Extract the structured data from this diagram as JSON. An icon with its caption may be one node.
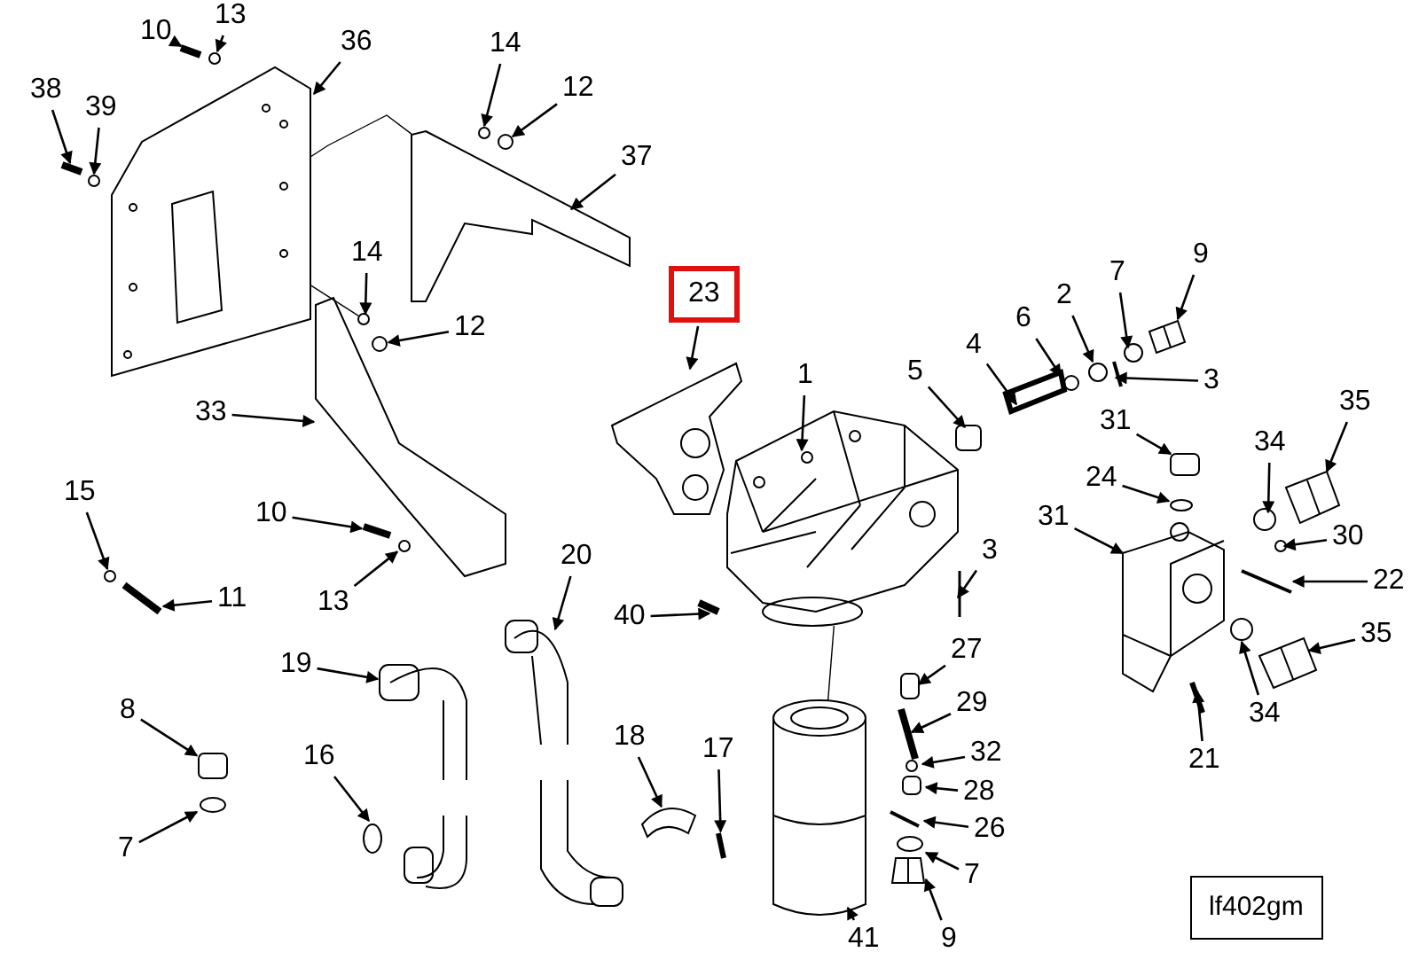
{
  "diagram": {
    "nodes": [
      {
        "text": [
          "10"
        ]
      },
      {
        "text": [
          "13"
        ]
      },
      {
        "text": [
          "36"
        ]
      },
      {
        "text": [
          "14"
        ]
      },
      {
        "text": [
          "12"
        ]
      },
      {
        "text": [
          "38"
        ]
      },
      {
        "text": [
          "39"
        ]
      },
      {
        "text": [
          "37"
        ]
      },
      {
        "text": [
          "14"
        ]
      },
      {
        "text": [
          "12"
        ]
      },
      {
        "text": [
          "23"
        ]
      },
      {
        "text": [
          "1"
        ]
      },
      {
        "text": [
          "9"
        ]
      },
      {
        "text": [
          "7"
        ]
      },
      {
        "text": [
          "2"
        ]
      },
      {
        "text": [
          "6"
        ]
      },
      {
        "text": [
          "3"
        ]
      },
      {
        "text": [
          "4"
        ]
      },
      {
        "text": [
          "5"
        ]
      },
      {
        "text": [
          "33"
        ]
      },
      {
        "text": [
          "31"
        ]
      },
      {
        "text": [
          "35"
        ]
      },
      {
        "text": [
          "34"
        ]
      },
      {
        "text": [
          "24"
        ]
      },
      {
        "text": [
          "15"
        ]
      },
      {
        "text": [
          "10"
        ]
      },
      {
        "text": [
          "30"
        ]
      },
      {
        "text": [
          "31"
        ]
      },
      {
        "text": [
          "13"
        ]
      },
      {
        "text": [
          "11"
        ]
      },
      {
        "text": [
          "20"
        ]
      },
      {
        "text": [
          "3"
        ]
      },
      {
        "text": [
          "22"
        ]
      },
      {
        "text": [
          "40"
        ]
      },
      {
        "text": [
          "35"
        ]
      },
      {
        "text": [
          "19"
        ]
      },
      {
        "text": [
          "27"
        ]
      },
      {
        "text": [
          "34"
        ]
      },
      {
        "text": [
          "29"
        ]
      },
      {
        "text": [
          "8"
        ]
      },
      {
        "text": [
          "21"
        ]
      },
      {
        "text": [
          "16"
        ]
      },
      {
        "text": [
          "32"
        ]
      },
      {
        "text": [
          "18"
        ]
      },
      {
        "text": [
          "17"
        ]
      },
      {
        "text": [
          "28"
        ]
      },
      {
        "text": [
          "7"
        ]
      },
      {
        "text": [
          "26"
        ]
      },
      {
        "text": [
          "7"
        ]
      },
      {
        "text": [
          "41"
        ]
      },
      {
        "text": [
          "9"
        ]
      },
      {
        "text": [
          "lf402gm"
        ]
      },
      {
        "text": [],
        "shape": "picture"
      },
      {
        "text": [],
        "shape": "circle"
      },
      {
        "text": [],
        "shape": "picture"
      },
      {
        "text": [],
        "shape": "circle"
      },
      {
        "text": [],
        "shape": "circle"
      },
      {
        "text": [],
        "shape": "picture"
      },
      {
        "text": [],
        "shape": "circle"
      },
      {
        "text": [],
        "shape": "picture"
      },
      {
        "text": [],
        "shape": "circle"
      },
      {
        "text": [],
        "shape": "circle"
      },
      {
        "text": [],
        "shape": "picture"
      },
      {
        "text": [],
        "shape": "picture"
      },
      {
        "text": [],
        "shape": "picture"
      },
      {
        "text": [],
        "shape": "circle"
      },
      {
        "text": [],
        "shape": "circle"
      },
      {
        "text": [],
        "shape": "circle"
      },
      {
        "text": [],
        "shape": "picture"
      },
      {
        "text": [],
        "shape": "picture"
      },
      {
        "text": [],
        "shape": "box"
      },
      {
        "text": [],
        "shape": "picture"
      },
      {
        "text": [],
        "shape": "box"
      },
      {
        "text": [],
        "shape": "picture"
      },
      {
        "text": [],
        "shape": "circle"
      },
      {
        "text": [],
        "shape": "circle"
      },
      {
        "text": [],
        "shape": "circle"
      },
      {
        "text": [],
        "shape": "picture"
      },
      {
        "text": [],
        "shape": "circle"
      },
      {
        "text": [],
        "shape": "picture"
      },
      {
        "text": [],
        "shape": "circle"
      },
      {
        "text": [],
        "shape": "picture"
      },
      {
        "text": [],
        "shape": "picture"
      },
      {
        "text": [],
        "shape": "picture"
      },
      {
        "text": [],
        "shape": "picture"
      },
      {
        "text": [],
        "shape": "picture"
      },
      {
        "text": [],
        "shape": "picture"
      },
      {
        "text": [],
        "shape": "picture"
      },
      {
        "text": [],
        "shape": "box"
      },
      {
        "text": [],
        "shape": "circle"
      },
      {
        "text": [],
        "shape": "picture"
      },
      {
        "text": [],
        "shape": "box"
      },
      {
        "text": [],
        "shape": "picture"
      },
      {
        "text": [],
        "shape": "circle"
      },
      {
        "text": [],
        "shape": "circle"
      },
      {
        "text": [],
        "shape": "picture"
      },
      {
        "text": [],
        "shape": "picture"
      },
      {
        "text": [],
        "shape": "box"
      },
      {
        "text": [],
        "shape": "circle"
      },
      {
        "text": [],
        "shape": "picture"
      },
      {
        "text": [],
        "shape": "circle"
      },
      {
        "text": [],
        "shape": "picture"
      },
      {
        "text": [],
        "shape": "picture"
      }
    ],
    "edges": [
      {
        "from": 0,
        "to": 52,
        "arrow": "to"
      },
      {
        "from": 1,
        "to": 53,
        "arrow": "to"
      },
      {
        "from": 2,
        "to": 54,
        "arrow": "to"
      },
      {
        "from": 3,
        "to": 55,
        "arrow": "to"
      },
      {
        "from": 4,
        "to": 56,
        "arrow": "to"
      },
      {
        "from": 5,
        "to": 57,
        "arrow": "to"
      },
      {
        "from": 6,
        "to": 58,
        "arrow": "to"
      },
      {
        "from": 7,
        "to": 59,
        "arrow": "to"
      },
      {
        "from": 8,
        "to": 60,
        "arrow": "to"
      },
      {
        "from": 9,
        "to": 61,
        "arrow": "to"
      },
      {
        "from": 10,
        "to": 62,
        "arrow": "to"
      },
      {
        "from": 11,
        "to": 63,
        "arrow": "to"
      },
      {
        "from": 12,
        "to": 64,
        "arrow": "to"
      },
      {
        "from": 13,
        "to": 65,
        "arrow": "to"
      },
      {
        "from": 14,
        "to": 66,
        "arrow": "to"
      },
      {
        "from": 15,
        "to": 67,
        "arrow": "to"
      },
      {
        "from": 16,
        "to": 68,
        "arrow": "to"
      },
      {
        "from": 17,
        "to": 69,
        "arrow": "to"
      },
      {
        "from": 18,
        "to": 70,
        "arrow": "to"
      },
      {
        "from": 19,
        "to": 71,
        "arrow": "to"
      },
      {
        "from": 20,
        "to": 72,
        "arrow": "to"
      },
      {
        "from": 21,
        "to": 73,
        "arrow": "to"
      },
      {
        "from": 22,
        "to": 74,
        "arrow": "to"
      },
      {
        "from": 23,
        "to": 75,
        "arrow": "to"
      },
      {
        "from": 24,
        "to": 76,
        "arrow": "to"
      },
      {
        "from": 25,
        "to": 77,
        "arrow": "to"
      },
      {
        "from": 26,
        "to": 78,
        "arrow": "to"
      },
      {
        "from": 27,
        "to": 79,
        "arrow": "to"
      },
      {
        "from": 28,
        "to": 80,
        "arrow": "to"
      },
      {
        "from": 29,
        "to": 81,
        "arrow": "to"
      },
      {
        "from": 30,
        "to": 82,
        "arrow": "to"
      },
      {
        "from": 31,
        "to": 83,
        "arrow": "to"
      },
      {
        "from": 32,
        "to": 84,
        "arrow": "to"
      },
      {
        "from": 33,
        "to": 85,
        "arrow": "to"
      },
      {
        "from": 34,
        "to": 86,
        "arrow": "to"
      },
      {
        "from": 35,
        "to": 87,
        "arrow": "to"
      },
      {
        "from": 36,
        "to": 88,
        "arrow": "to"
      },
      {
        "from": 37,
        "to": 89,
        "arrow": "to"
      },
      {
        "from": 38,
        "to": 90,
        "arrow": "to"
      },
      {
        "from": 39,
        "to": 91,
        "arrow": "to"
      },
      {
        "from": 40,
        "to": 92,
        "arrow": "to"
      },
      {
        "from": 41,
        "to": 93,
        "arrow": "to"
      },
      {
        "from": 42,
        "to": 94,
        "arrow": "to"
      },
      {
        "from": 43,
        "to": 95,
        "arrow": "to"
      },
      {
        "from": 44,
        "to": 96,
        "arrow": "to"
      },
      {
        "from": 45,
        "to": 97,
        "arrow": "to"
      },
      {
        "from": 46,
        "to": 98,
        "arrow": "to"
      },
      {
        "from": 47,
        "to": 99,
        "arrow": "to"
      },
      {
        "from": 48,
        "to": 100,
        "arrow": "to"
      },
      {
        "from": 49,
        "to": 101,
        "arrow": "to"
      },
      {
        "from": 50,
        "to": 102,
        "arrow": "to"
      },
      {
        "from": 54,
        "to": 60,
        "arrow": "none"
      },
      {
        "from": 54,
        "to": 59,
        "arrow": "none"
      },
      {
        "from": 63,
        "to": 101,
        "arrow": "none"
      }
    ]
  }
}
